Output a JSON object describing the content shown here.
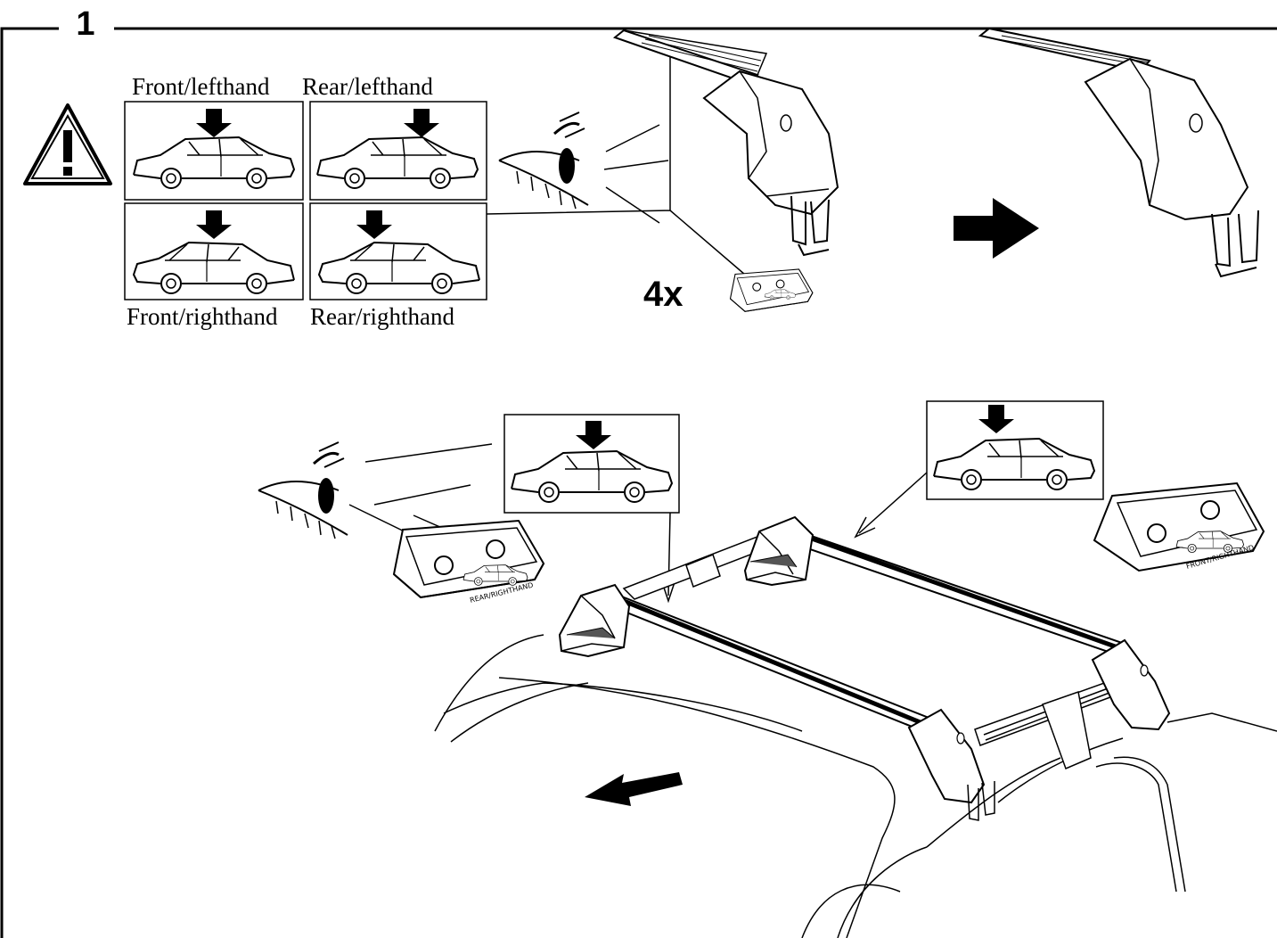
{
  "step_number": "1",
  "quantity_label": "4x",
  "orientation_labels": {
    "front_left": "Front/lefthand",
    "rear_left": "Rear/lefthand",
    "front_right": "Front/righthand",
    "rear_right": "Rear/righthand"
  },
  "plate_labels": {
    "rear_right": "REAR/RIGHTHAND",
    "front_right": "FRONT/RIGHTHAND"
  },
  "icons": [
    "warning-icon",
    "eye-icon",
    "arrow-right-icon",
    "arrow-down-icon",
    "car-icon",
    "direction-arrow-icon"
  ],
  "colors": {
    "ink": "#000000",
    "paper": "#ffffff",
    "shade": "#d9d9d9"
  }
}
